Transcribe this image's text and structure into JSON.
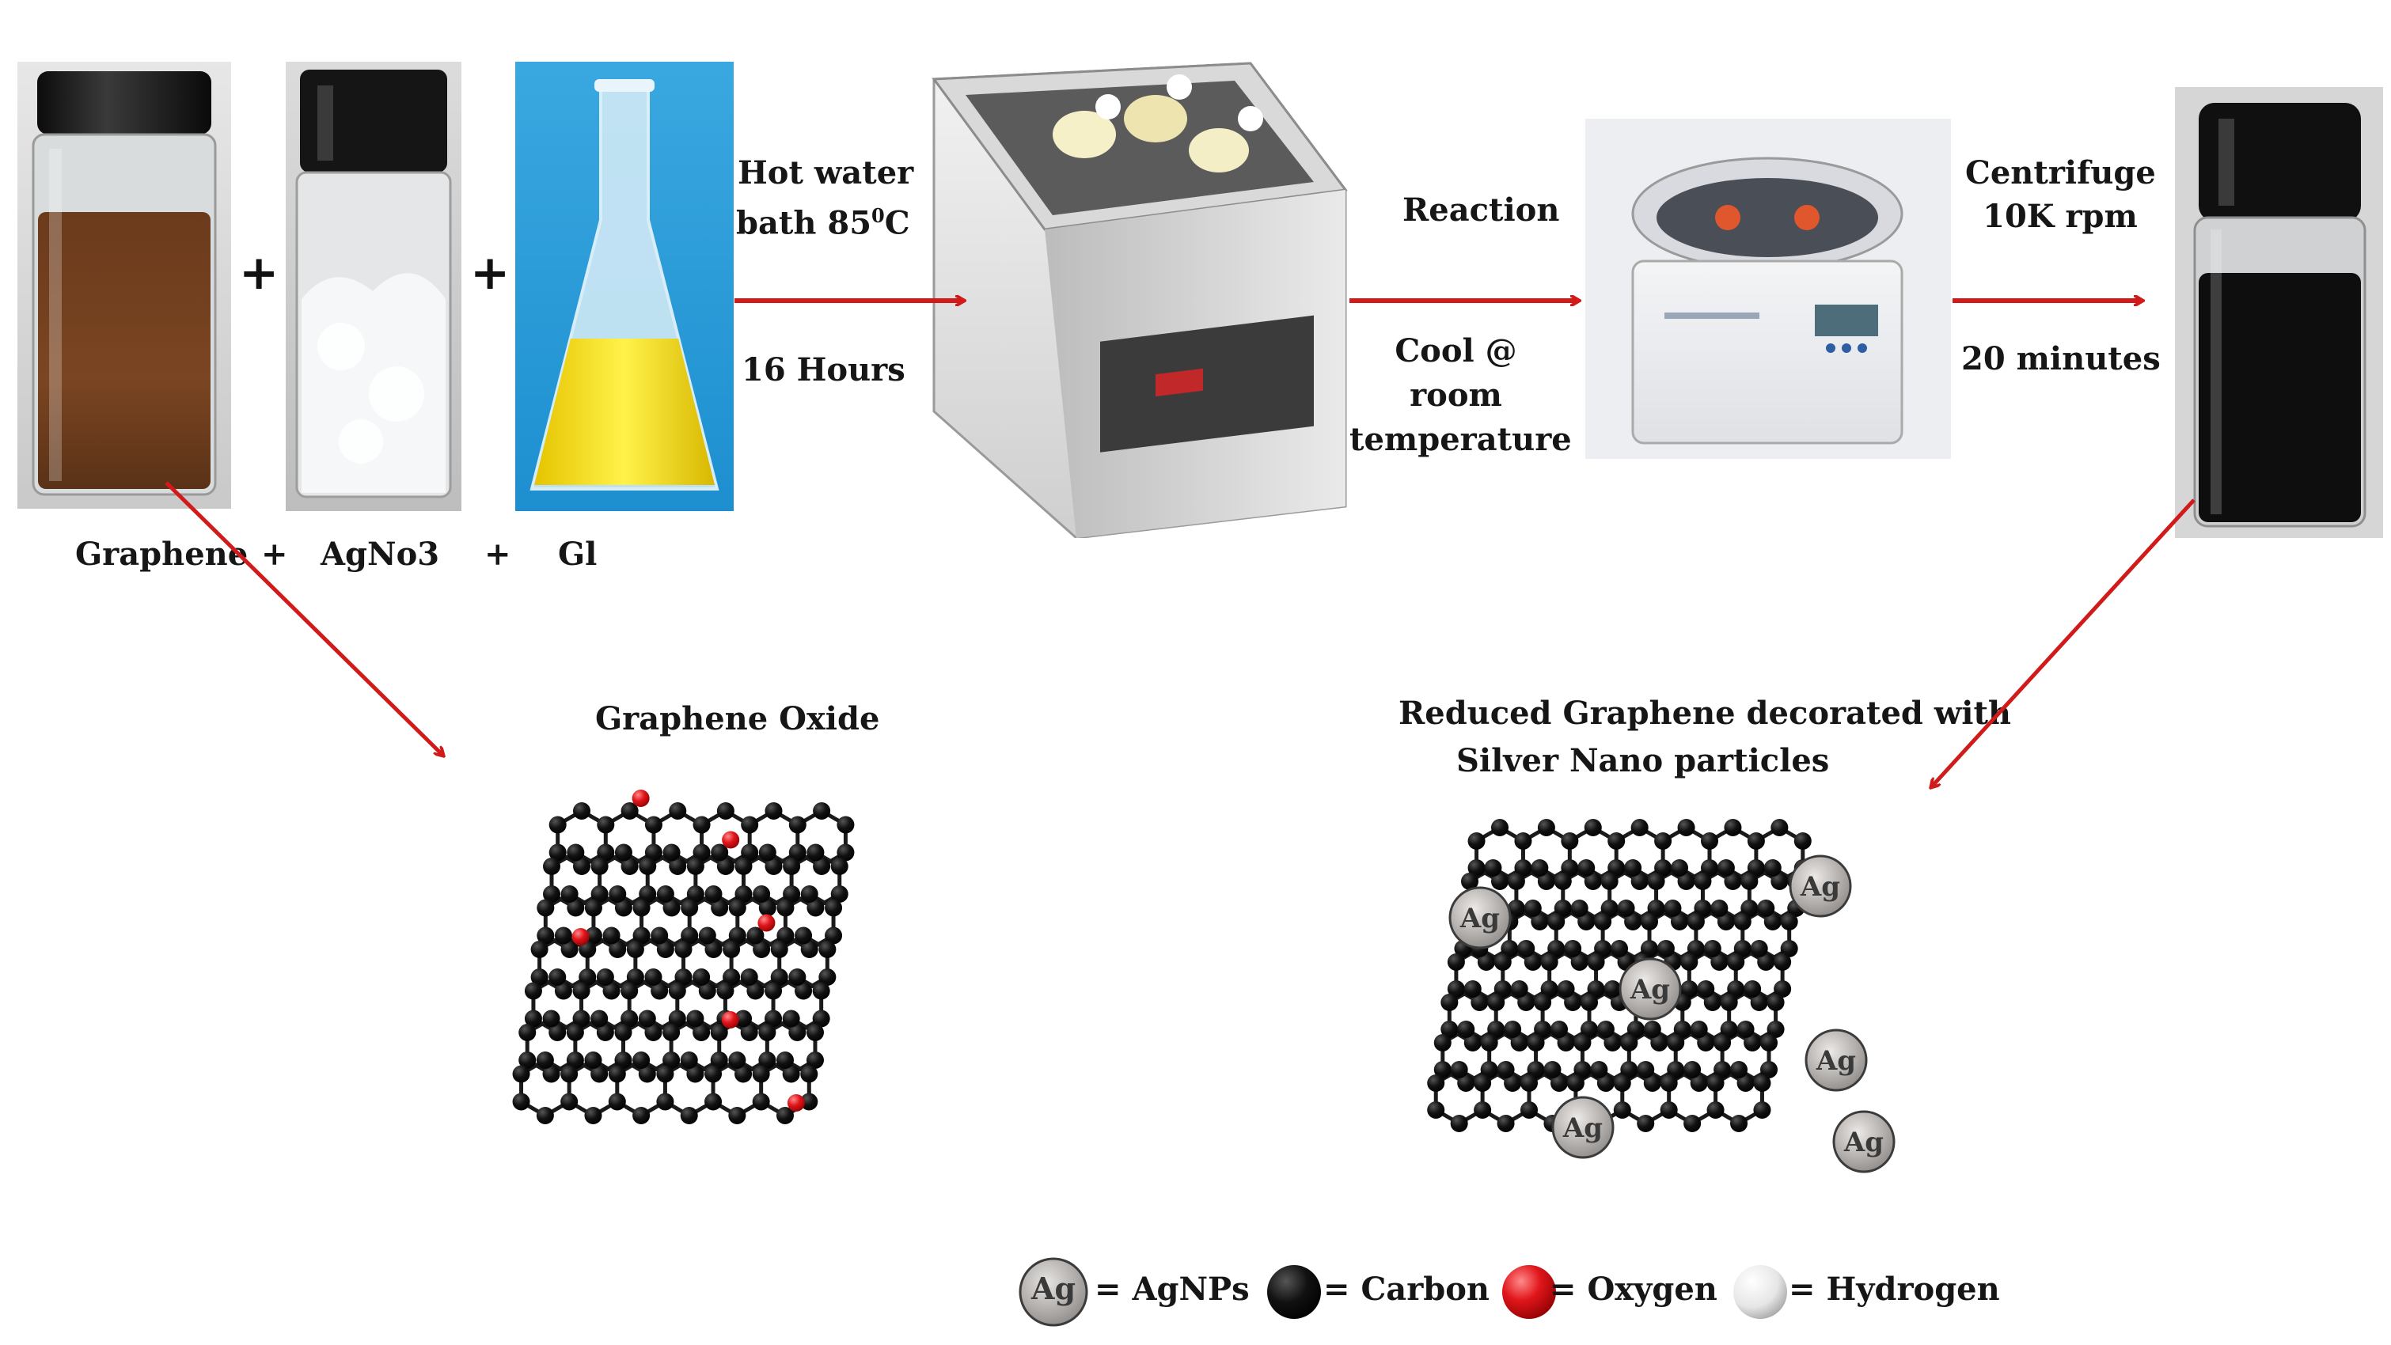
{
  "ingredients": {
    "labels": [
      "Graphene",
      "AgNo3",
      "Gl"
    ],
    "plus_label": "+",
    "plus_sign": "+"
  },
  "steps": {
    "step1_line1": "Hot water",
    "step1_line2": "bath 85",
    "step1_sup": "0",
    "step1_unit": "C",
    "step1_time": "16 Hours",
    "step2_top": "Reaction",
    "step2_line1": "Cool @",
    "step2_line2": "room",
    "step2_line3": "temperature",
    "step3_line1": "Centrifuge",
    "step3_line2": "10K rpm",
    "step3_time": "20 minutes"
  },
  "molecules": {
    "left_title": "Graphene Oxide",
    "right_title_line1": "Reduced Graphene decorated with",
    "right_title_line2": "Silver Nano particles",
    "ag_label": "Ag"
  },
  "legend": {
    "ag_symbol": "Ag",
    "agnps": "= AgNPs",
    "carbon": "= Carbon",
    "oxygen": "= Oxygen",
    "hydrogen": "= Hydrogen"
  },
  "colors": {
    "arrow": "#d11a1a",
    "carbon": "#111111",
    "oxygen": "#e0161b",
    "hydrogen": "#f2f2f2",
    "silver": "#b8b4b2"
  }
}
